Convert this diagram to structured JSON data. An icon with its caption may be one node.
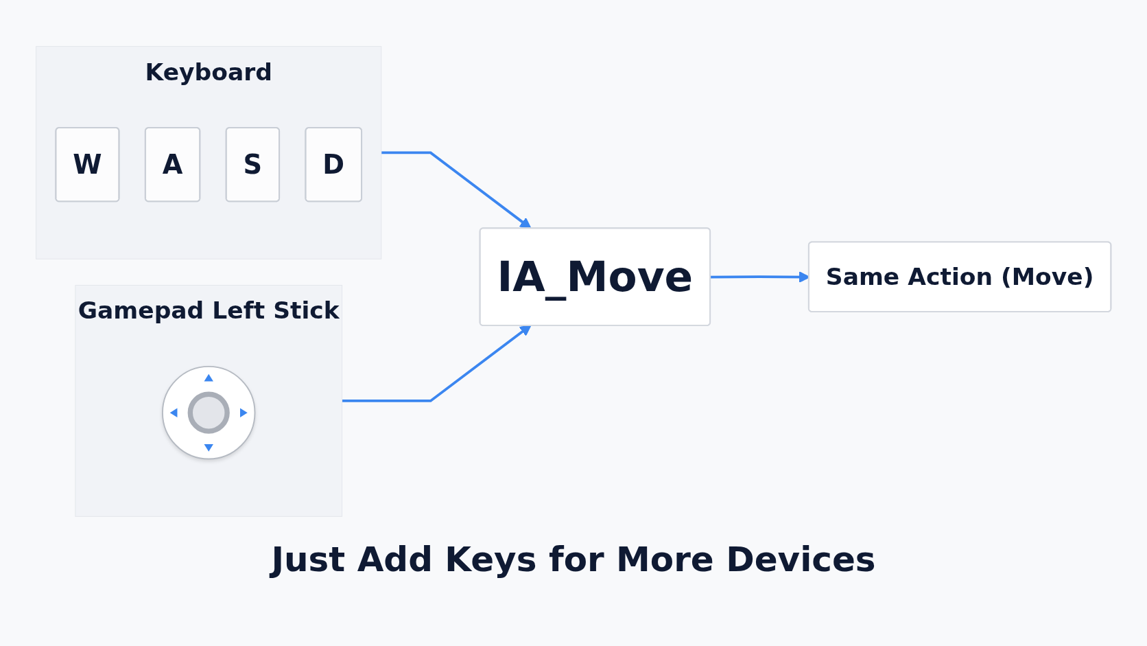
{
  "diagram": {
    "caption": "Just Add Keys for More Devices",
    "nodes": [
      {
        "text": [
          "Keyboard"
        ]
      },
      {
        "text": [
          "W"
        ],
        "in": 0
      },
      {
        "text": [
          "A"
        ],
        "in": 0
      },
      {
        "text": [
          "S"
        ],
        "in": 0
      },
      {
        "text": [
          "D"
        ],
        "in": 0
      },
      {
        "text": [
          "Gamepad Left Stick"
        ]
      },
      {
        "text": [],
        "shape": "picture",
        "in": 5
      },
      {
        "text": [
          "IA_Move"
        ]
      },
      {
        "text": [
          "Same Action (Move)"
        ]
      }
    ],
    "edges": [
      {
        "from": 0,
        "to": 7,
        "arrow": "to"
      },
      {
        "from": 5,
        "to": 7,
        "arrow": "to"
      },
      {
        "from": 7,
        "to": 8,
        "arrow": "to"
      }
    ]
  }
}
